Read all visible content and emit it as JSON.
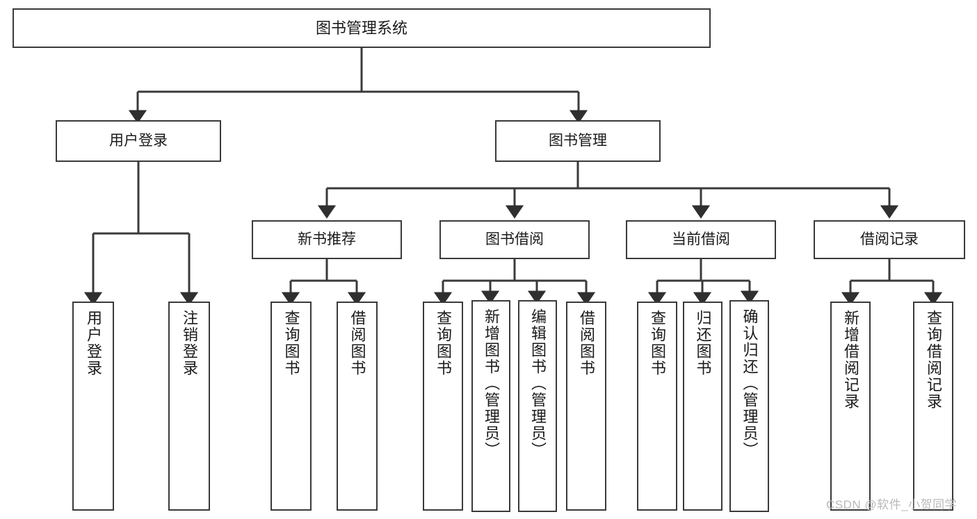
{
  "diagram": {
    "title": "图书管理系统",
    "type": "tree-hierarchy-chart",
    "colors": {
      "stroke": "#3a3a3a",
      "fill": "#ffffff",
      "text": "#1a1a1a",
      "watermark": "#b9b9b9"
    }
  },
  "nodes": {
    "root": {
      "label": "图书管理系统"
    },
    "login": {
      "label": "用户登录"
    },
    "bookmgmt": {
      "label": "图书管理"
    },
    "newbook": {
      "label": "新书推荐"
    },
    "borrow": {
      "label": "图书借阅"
    },
    "current": {
      "label": "当前借阅"
    },
    "record": {
      "label": "借阅记录"
    },
    "leaf_login_1": {
      "label": "用户登录"
    },
    "leaf_login_2": {
      "label": "注销登录"
    },
    "leaf_new_1": {
      "label": "查询图书"
    },
    "leaf_new_2": {
      "label": "借阅图书"
    },
    "leaf_borrow_1": {
      "label": "查询图书"
    },
    "leaf_borrow_2": {
      "label": "新增图书（管理员）"
    },
    "leaf_borrow_3": {
      "label": "编辑图书（管理员）"
    },
    "leaf_borrow_4": {
      "label": "借阅图书"
    },
    "leaf_cur_1": {
      "label": "查询图书"
    },
    "leaf_cur_2": {
      "label": "归还图书"
    },
    "leaf_cur_3": {
      "label": "确认归还（管理员）"
    },
    "leaf_rec_1": {
      "label": "新增借阅记录"
    },
    "leaf_rec_2": {
      "label": "查询借阅记录"
    }
  },
  "watermark": {
    "text": "CSDN @软件_小贺同学"
  }
}
